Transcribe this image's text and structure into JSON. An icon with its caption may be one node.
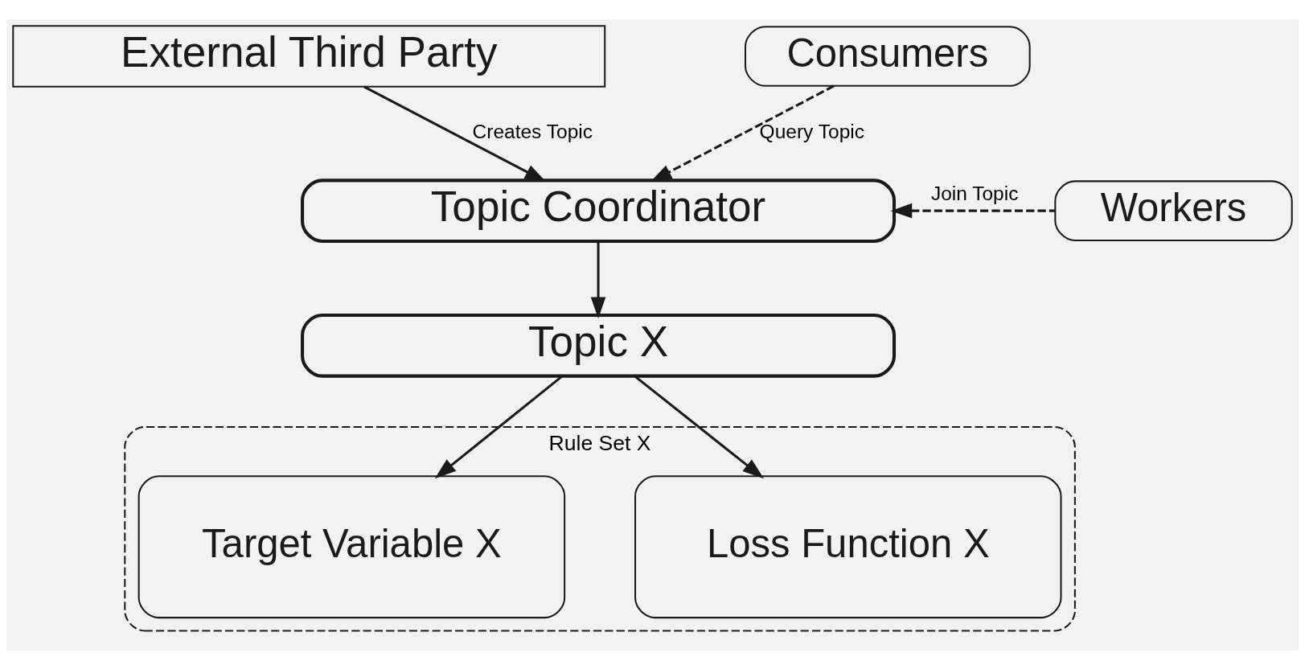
{
  "diagram": {
    "nodes": [
      {
        "text": [
          "External Third Party"
        ]
      },
      {
        "text": [
          "Topic Coordinator"
        ]
      },
      {
        "text": [
          "Consumers"
        ]
      },
      {
        "text": [
          "Workers"
        ]
      },
      {
        "text": [
          "Topic X"
        ]
      },
      {
        "text": [
          "Rule Set X"
        ]
      },
      {
        "text": [
          "Target Variable X"
        ],
        "in": 5
      },
      {
        "text": [
          "Loss Function X"
        ],
        "in": 5
      }
    ],
    "edges": [
      {
        "from": 0,
        "to": 1,
        "arrow": "to",
        "label": "Creates Topic"
      },
      {
        "from": 2,
        "to": 1,
        "arrow": "to",
        "label": "Query Topic",
        "style": "dashed"
      },
      {
        "from": 3,
        "to": 1,
        "arrow": "to",
        "label": "Join Topic",
        "style": "dashed"
      },
      {
        "from": 1,
        "to": 4,
        "arrow": "to"
      },
      {
        "from": 4,
        "to": 6,
        "arrow": "to"
      },
      {
        "from": 4,
        "to": 7,
        "arrow": "to"
      }
    ]
  }
}
